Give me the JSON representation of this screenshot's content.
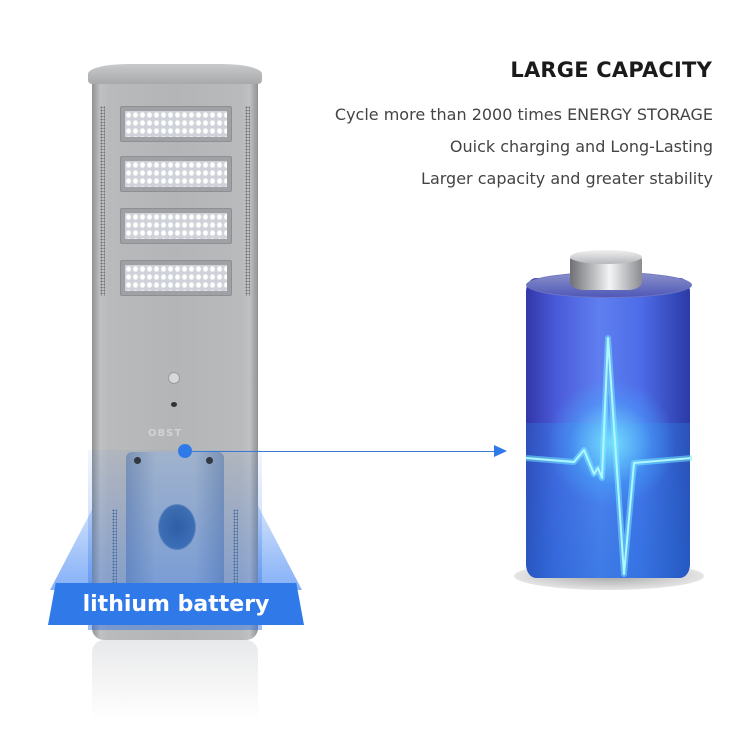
{
  "header": {
    "title": "LARGE CAPACITY",
    "features": [
      "Cycle more than 2000 times ENERGY STORAGE",
      "Ouick charging and Long-Lasting",
      "Larger capacity and greater stability"
    ]
  },
  "product": {
    "brand_logo": "OBST",
    "component_label": "lithium battery",
    "led_modules": 4
  },
  "colors": {
    "accent_blue": "#2f7ae8",
    "heading": "#1a1a1a",
    "body_text": "#444444",
    "battery_blue": "#4a5ad8",
    "pulse_cyan": "#aef4ff"
  },
  "icons": {
    "battery": "battery-heartbeat-icon",
    "pointer": "arrow-right-icon"
  }
}
